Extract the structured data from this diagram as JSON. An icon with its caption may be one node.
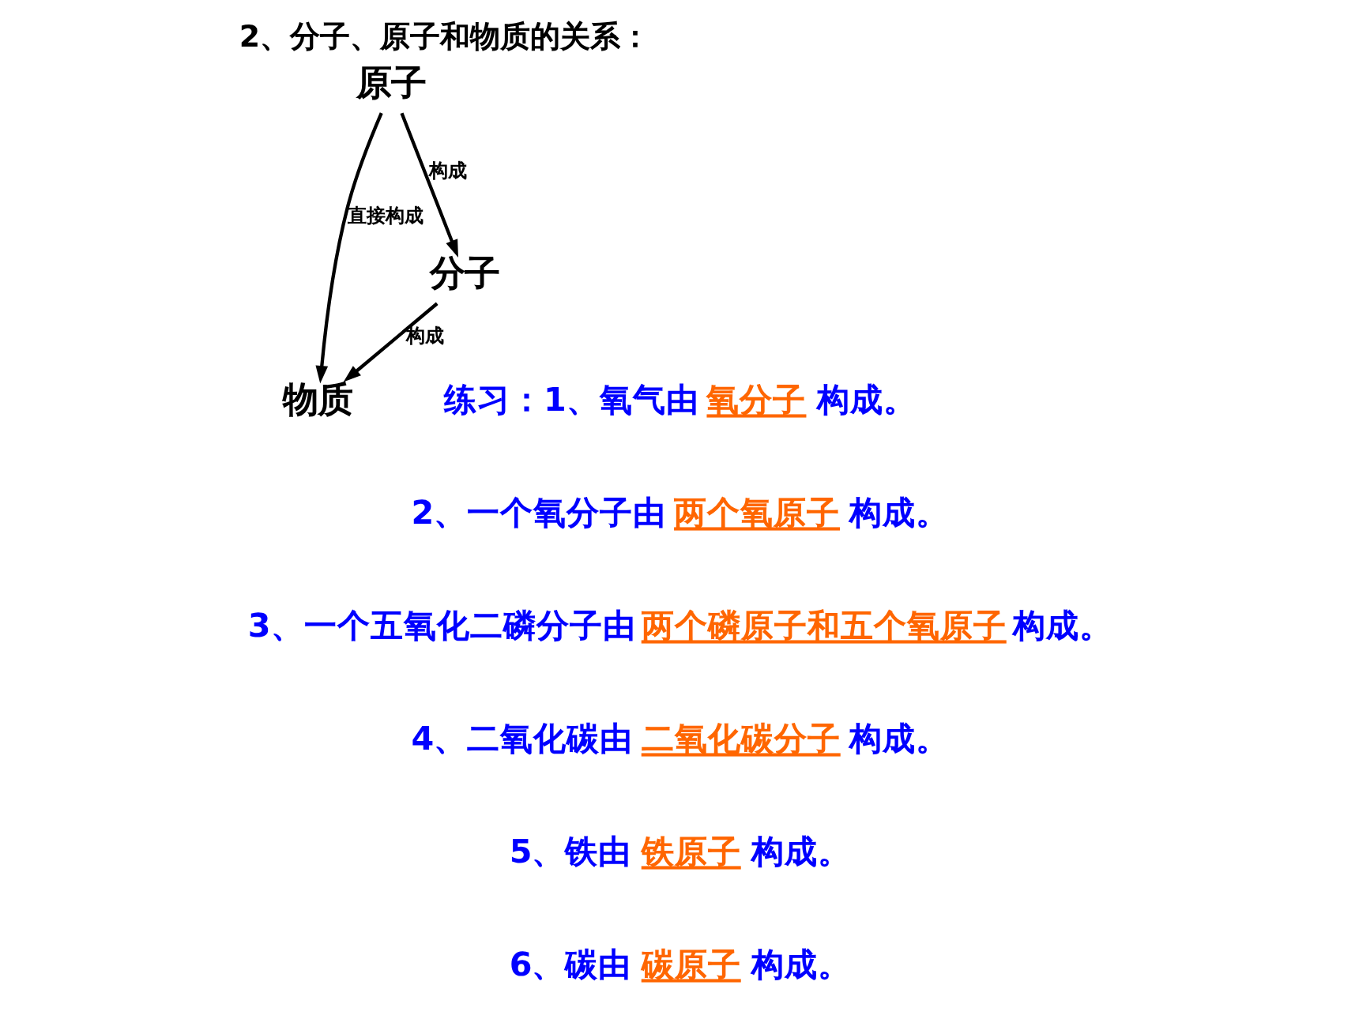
{
  "diagram": {
    "title": "2、分子、原子和物质的关系：",
    "nodes": [
      {
        "text": [
          "原子"
        ]
      },
      {
        "text": [
          "物质"
        ]
      },
      {
        "text": [
          "分子"
        ]
      }
    ],
    "edges": [
      {
        "from": 0,
        "to": 1,
        "arrow": "to",
        "label": "直接构成"
      },
      {
        "from": 0,
        "to": 2,
        "arrow": "to",
        "label": "构成"
      },
      {
        "from": 2,
        "to": 1,
        "arrow": "to",
        "label": "构成"
      }
    ],
    "labels": [
      "练习：1、氧气由",
      "氧分子",
      "构成。",
      "2、一个氧分子由",
      "两个氧原子",
      "构成。",
      "3、一个五氧化二磷分子由",
      "两个磷原子和五个氧原子",
      "构成。",
      "4、二氧化碳由",
      "二氧化碳分子",
      "构成。",
      "5、铁由",
      "铁原子",
      "构成。",
      "6、碳由",
      "碳原子",
      "构成。"
    ]
  }
}
